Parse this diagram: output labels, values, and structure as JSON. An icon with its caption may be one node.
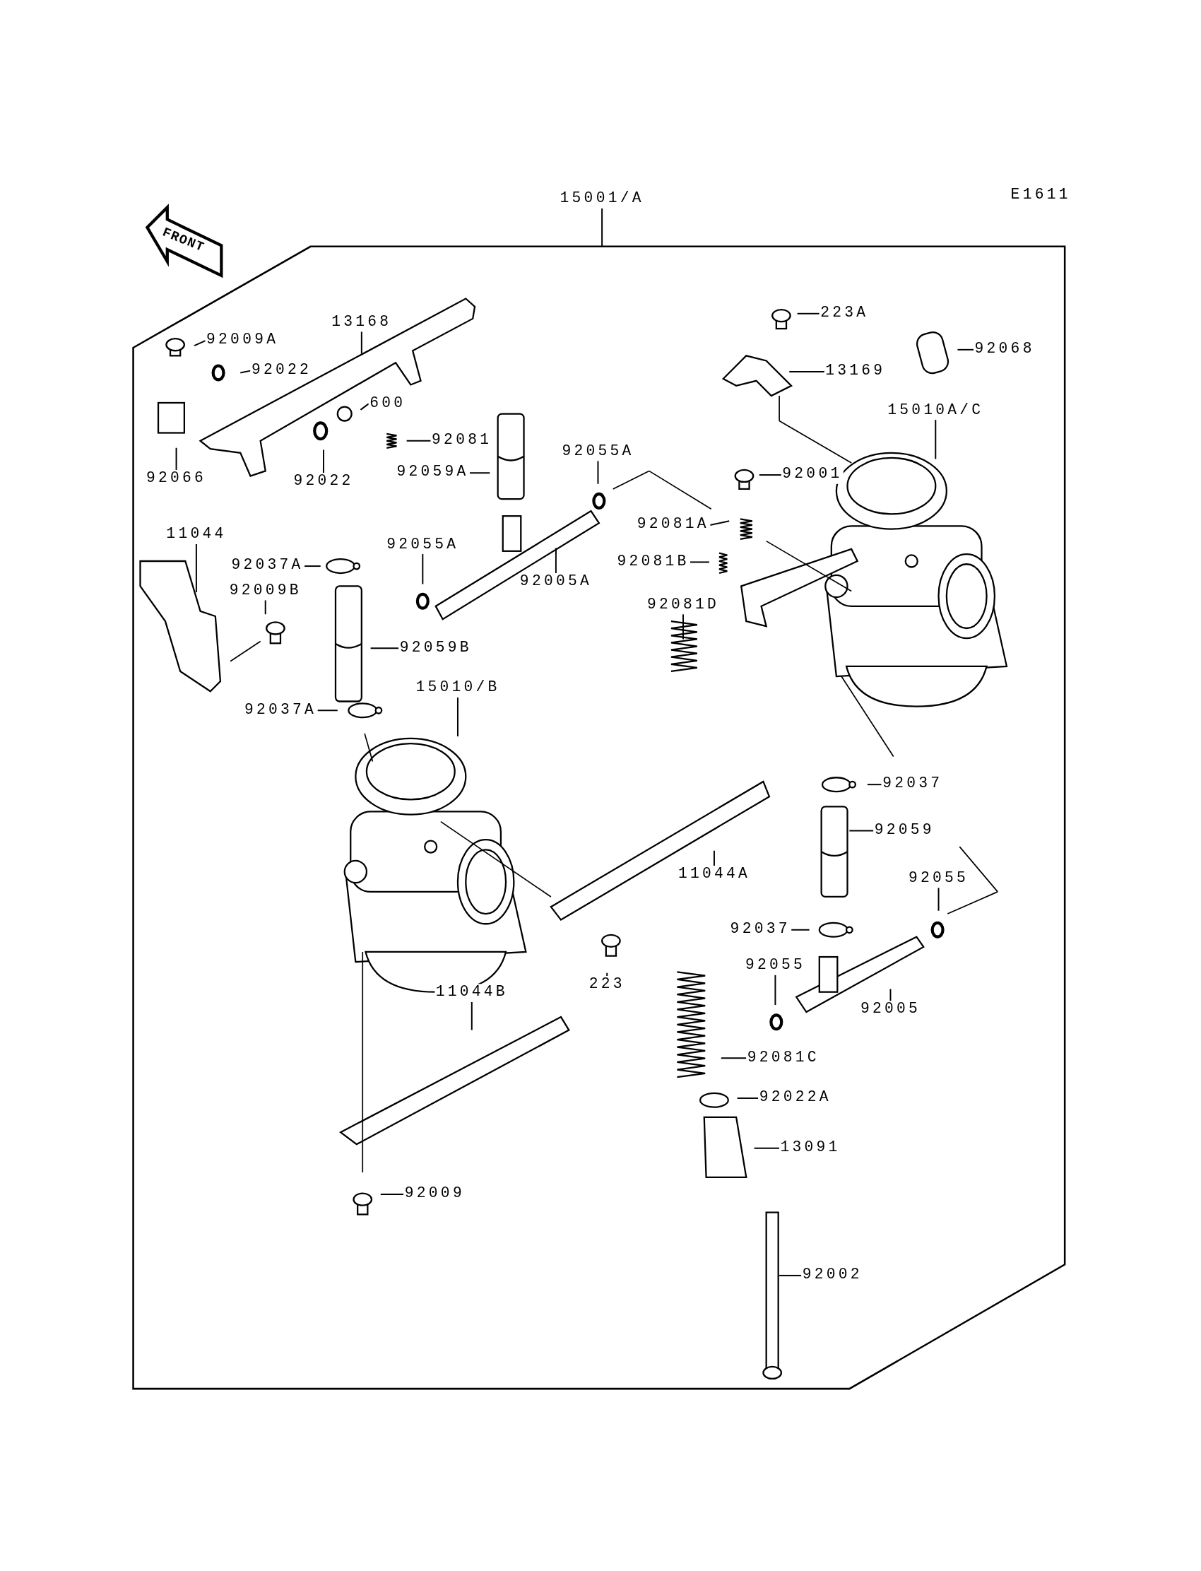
{
  "diagram": {
    "nodes": [
      {
        "text": [
          "15001/A"
        ]
      },
      {
        "text": [],
        "shape": "box"
      },
      {
        "text": [
          "92009A"
        ],
        "in": 1
      },
      {
        "text": [
          "13168"
        ],
        "in": 1
      },
      {
        "text": [
          "92022"
        ],
        "in": 1
      },
      {
        "text": [
          "600"
        ],
        "in": 1
      },
      {
        "text": [
          "92081"
        ],
        "in": 1
      },
      {
        "text": [
          "92066"
        ],
        "in": 1
      },
      {
        "text": [
          "92022"
        ],
        "in": 1
      },
      {
        "text": [
          "92059A"
        ],
        "in": 1
      },
      {
        "text": [
          "92055A"
        ],
        "in": 1
      },
      {
        "text": [
          "92001"
        ],
        "in": 1
      },
      {
        "text": [
          "15010A/C"
        ],
        "in": 1
      },
      {
        "text": [
          "223A"
        ],
        "in": 1
      },
      {
        "text": [
          "13169"
        ],
        "in": 1
      },
      {
        "text": [
          "92068"
        ],
        "in": 1
      },
      {
        "text": [
          "11044"
        ],
        "in": 1
      },
      {
        "text": [
          "92037A"
        ],
        "in": 1
      },
      {
        "text": [
          "92055A"
        ],
        "in": 1
      },
      {
        "text": [
          "92005A"
        ],
        "in": 1
      },
      {
        "text": [
          "92081A"
        ],
        "in": 1
      },
      {
        "text": [
          "92081B"
        ],
        "in": 1
      },
      {
        "text": [
          "92081D"
        ],
        "in": 1
      },
      {
        "text": [
          "92009B"
        ],
        "in": 1
      },
      {
        "text": [
          "92059B"
        ],
        "in": 1
      },
      {
        "text": [
          "15010/B"
        ],
        "in": 1
      },
      {
        "text": [
          "92037A"
        ],
        "in": 1
      },
      {
        "text": [
          "92037"
        ],
        "in": 1
      },
      {
        "text": [
          "92059"
        ],
        "in": 1
      },
      {
        "text": [
          "11044A"
        ],
        "in": 1
      },
      {
        "text": [
          "92055"
        ],
        "in": 1
      },
      {
        "text": [
          "92037"
        ],
        "in": 1
      },
      {
        "text": [
          "223"
        ],
        "in": 1
      },
      {
        "text": [
          "11044B"
        ],
        "in": 1
      },
      {
        "text": [
          "92055"
        ],
        "in": 1
      },
      {
        "text": [
          "92005"
        ],
        "in": 1
      },
      {
        "text": [
          "92081C"
        ],
        "in": 1
      },
      {
        "text": [
          "92022A"
        ],
        "in": 1
      },
      {
        "text": [
          "13091"
        ],
        "in": 1
      },
      {
        "text": [
          "92009"
        ],
        "in": 1
      },
      {
        "text": [
          "92002"
        ],
        "in": 1
      }
    ],
    "edges": [
      {
        "from": 0,
        "to": 1,
        "arrow": "none"
      },
      {
        "from": 2,
        "to": null,
        "arrow": "none"
      },
      {
        "from": 3,
        "to": null,
        "arrow": "none"
      },
      {
        "from": 4,
        "to": null,
        "arrow": "none"
      },
      {
        "from": 5,
        "to": null,
        "arrow": "none"
      },
      {
        "from": 6,
        "to": null,
        "arrow": "none"
      },
      {
        "from": 7,
        "to": null,
        "arrow": "none"
      },
      {
        "from": 8,
        "to": null,
        "arrow": "none"
      },
      {
        "from": 9,
        "to": null,
        "arrow": "none"
      },
      {
        "from": 10,
        "to": null,
        "arrow": "none"
      },
      {
        "from": 11,
        "to": null,
        "arrow": "none"
      },
      {
        "from": 12,
        "to": null,
        "arrow": "none"
      },
      {
        "from": 13,
        "to": null,
        "arrow": "none"
      },
      {
        "from": 14,
        "to": null,
        "arrow": "none"
      },
      {
        "from": 15,
        "to": null,
        "arrow": "none"
      },
      {
        "from": 16,
        "to": null,
        "arrow": "none"
      },
      {
        "from": 17,
        "to": null,
        "arrow": "none"
      },
      {
        "from": 18,
        "to": null,
        "arrow": "none"
      },
      {
        "from": 19,
        "to": null,
        "arrow": "none"
      },
      {
        "from": 20,
        "to": null,
        "arrow": "none"
      },
      {
        "from": 21,
        "to": null,
        "arrow": "none"
      },
      {
        "from": 22,
        "to": null,
        "arrow": "none"
      },
      {
        "from": 23,
        "to": null,
        "arrow": "none"
      },
      {
        "from": 24,
        "to": null,
        "arrow": "none"
      },
      {
        "from": 25,
        "to": null,
        "arrow": "none"
      },
      {
        "from": 26,
        "to": null,
        "arrow": "none"
      },
      {
        "from": 27,
        "to": null,
        "arrow": "none"
      },
      {
        "from": 28,
        "to": null,
        "arrow": "none"
      },
      {
        "from": 29,
        "to": null,
        "arrow": "none"
      },
      {
        "from": 30,
        "to": null,
        "arrow": "none"
      },
      {
        "from": 31,
        "to": null,
        "arrow": "none"
      },
      {
        "from": 32,
        "to": null,
        "arrow": "none"
      },
      {
        "from": 33,
        "to": null,
        "arrow": "none"
      },
      {
        "from": 34,
        "to": null,
        "arrow": "none"
      },
      {
        "from": 35,
        "to": null,
        "arrow": "none"
      },
      {
        "from": 36,
        "to": null,
        "arrow": "none"
      },
      {
        "from": 37,
        "to": null,
        "arrow": "none"
      },
      {
        "from": 38,
        "to": null,
        "arrow": "none"
      },
      {
        "from": 39,
        "to": null,
        "arrow": "none"
      },
      {
        "from": 40,
        "to": null,
        "arrow": "none"
      }
    ],
    "labels": [
      "FRONT",
      "E1611"
    ]
  }
}
